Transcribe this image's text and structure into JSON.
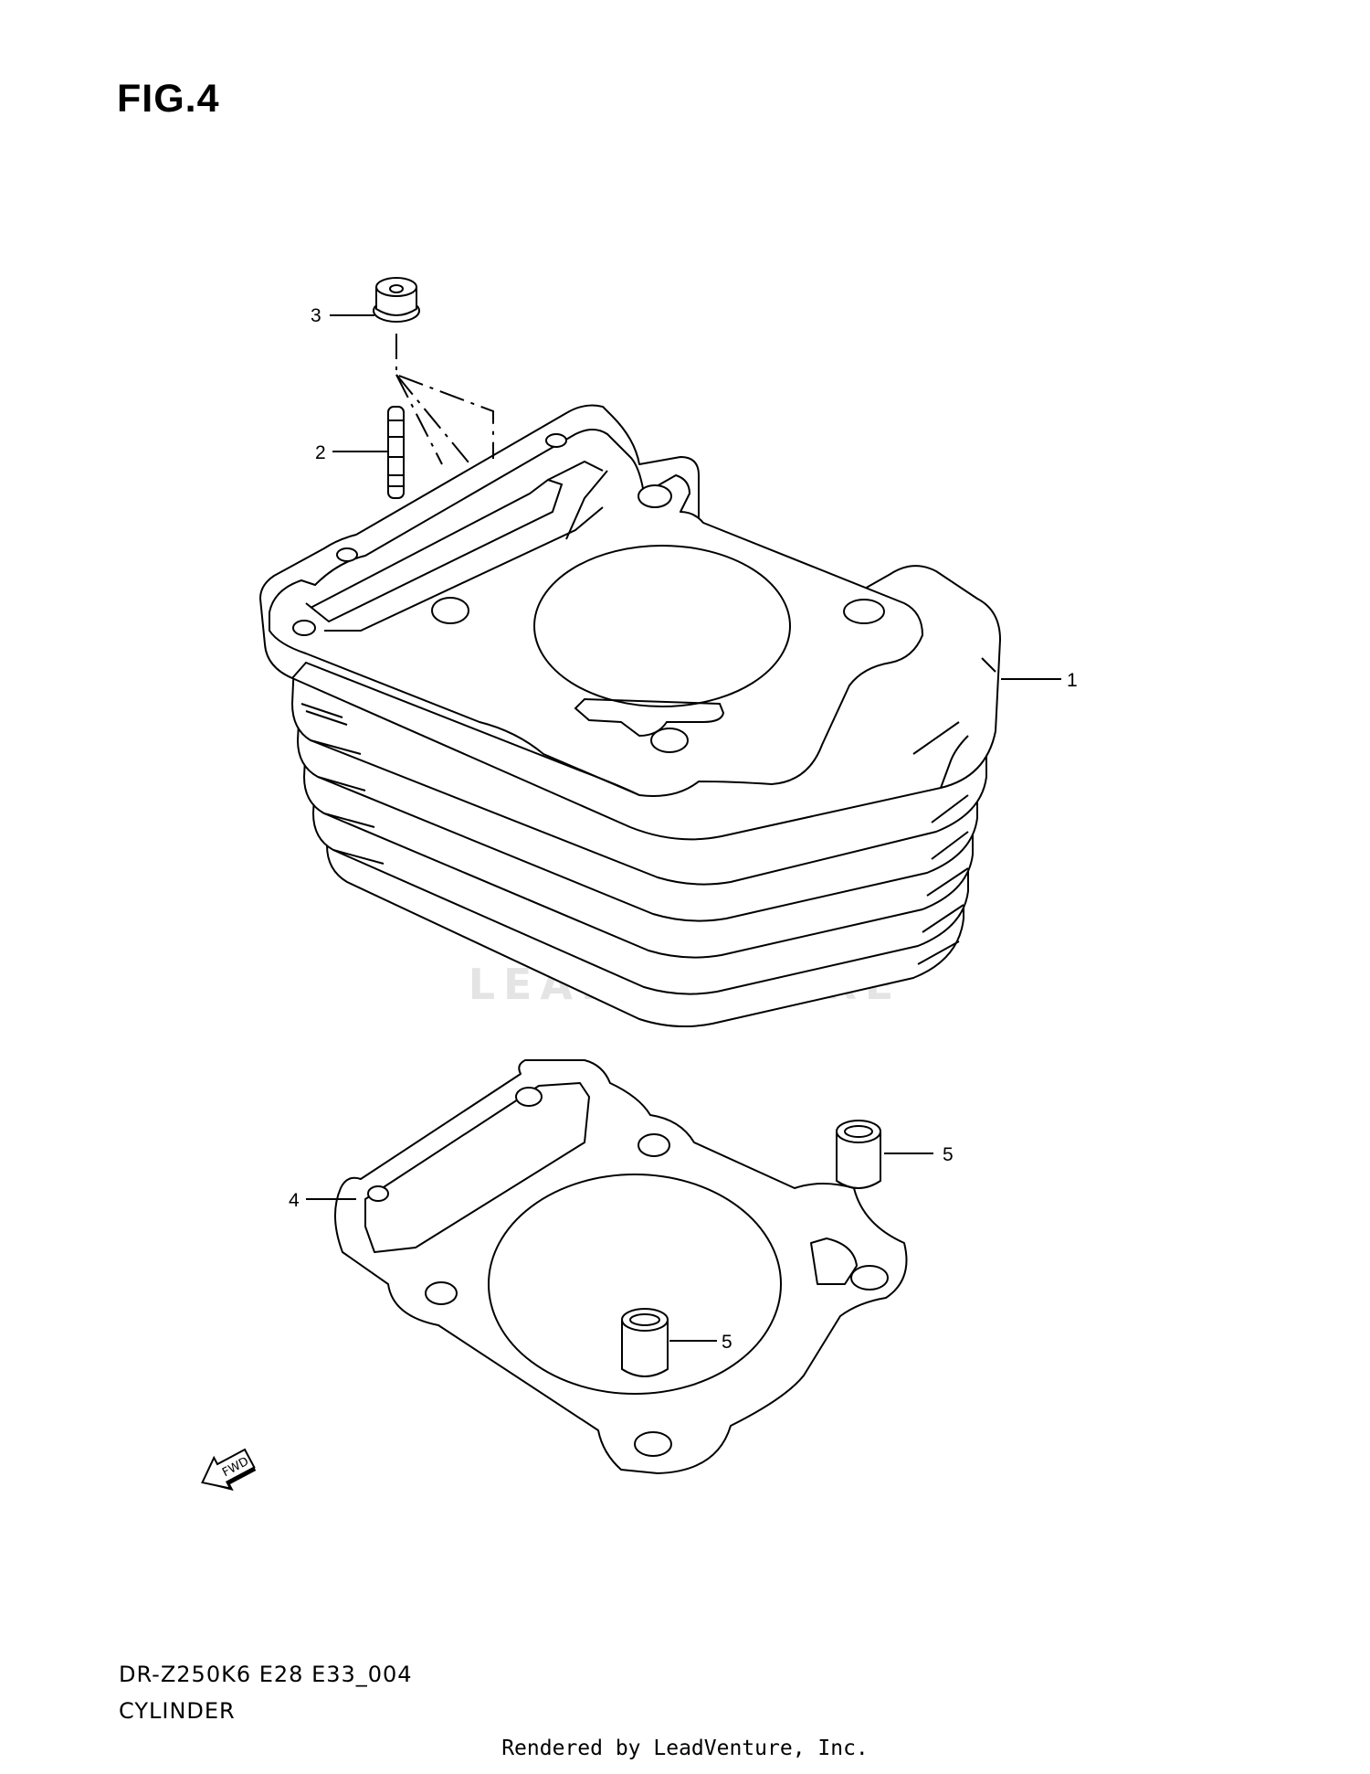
{
  "figure": {
    "title": "FIG.4"
  },
  "watermark": {
    "text": "LEADVENTURE"
  },
  "callouts": {
    "cylinder": "1",
    "stud": "2",
    "nut": "3",
    "gasket": "4",
    "dowel_upper": "5",
    "dowel_lower": "5"
  },
  "fwd_marker": {
    "text": "FWD",
    "icon": "fwd-arrow-icon"
  },
  "caption": {
    "model_code": "DR-Z250K6 E28 E33_004",
    "section_name": "CYLINDER"
  },
  "footer": {
    "text": "Rendered by LeadVenture, Inc."
  },
  "colors": {
    "line": "#000000",
    "watermark": "#e4e4e4",
    "background": "#ffffff"
  }
}
